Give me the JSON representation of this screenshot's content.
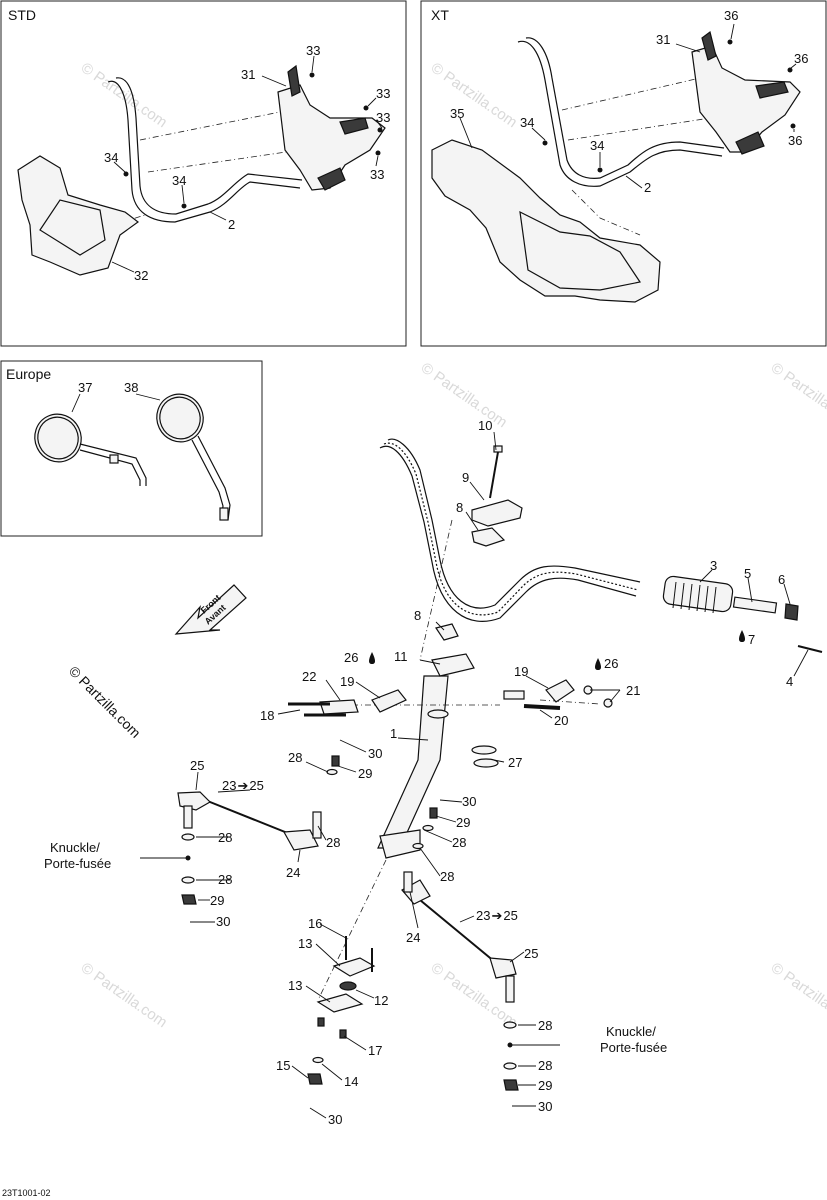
{
  "panels": {
    "std": "STD",
    "xt": "XT",
    "europe": "Europe"
  },
  "watermark": "© Partzilla.com",
  "arrow_text": {
    "line1": "Front",
    "line2": "Avant"
  },
  "footer_code": "23T1001-02",
  "knuckle_left": {
    "line1": "Knuckle/",
    "line2": "Porte-fusée"
  },
  "knuckle_right": {
    "line1": "Knuckle/",
    "line2": "Porte-fusée"
  },
  "callouts": {
    "std_33a": "33",
    "std_31": "31",
    "std_33b": "33",
    "std_33c": "33",
    "std_34a": "34",
    "std_34b": "34",
    "std_2": "2",
    "std_33d": "33",
    "std_32": "32",
    "xt_36a": "36",
    "xt_31": "31",
    "xt_36b": "36",
    "xt_35": "35",
    "xt_34a": "34",
    "xt_34b": "34",
    "xt_36c": "36",
    "xt_2": "2",
    "eu_37": "37",
    "eu_38": "38",
    "m_10": "10",
    "m_9": "9",
    "m_8a": "8",
    "m_3": "3",
    "m_5": "5",
    "m_6": "6",
    "m_7": "7",
    "m_8b": "8",
    "m_4": "4",
    "m_26a": "26",
    "m_11": "11",
    "m_19a": "19",
    "m_26b": "26",
    "m_22": "22",
    "m_19b": "19",
    "m_21": "21",
    "m_18": "18",
    "m_20": "20",
    "m_1": "1",
    "m_27": "27",
    "m_28a": "28",
    "m_30a": "30",
    "m_29a": "29",
    "m_25a": "25",
    "m_23a": "23",
    "m_25a2": "25",
    "m_30b": "30",
    "m_29b": "29",
    "m_28b": "28",
    "m_28c": "28",
    "m_28d": "28",
    "m_24a": "24",
    "m_28e": "28",
    "m_28f": "28",
    "m_29c": "29",
    "m_30c": "30",
    "m_24b": "24",
    "m_23b": "23",
    "m_25b2": "25",
    "m_25b": "25",
    "m_16": "16",
    "m_13a": "13",
    "m_13b": "13",
    "m_12": "12",
    "m_28g": "28",
    "m_17": "17",
    "m_28h": "28",
    "m_15": "15",
    "m_14": "14",
    "m_29d": "29",
    "m_30d": "30"
  }
}
